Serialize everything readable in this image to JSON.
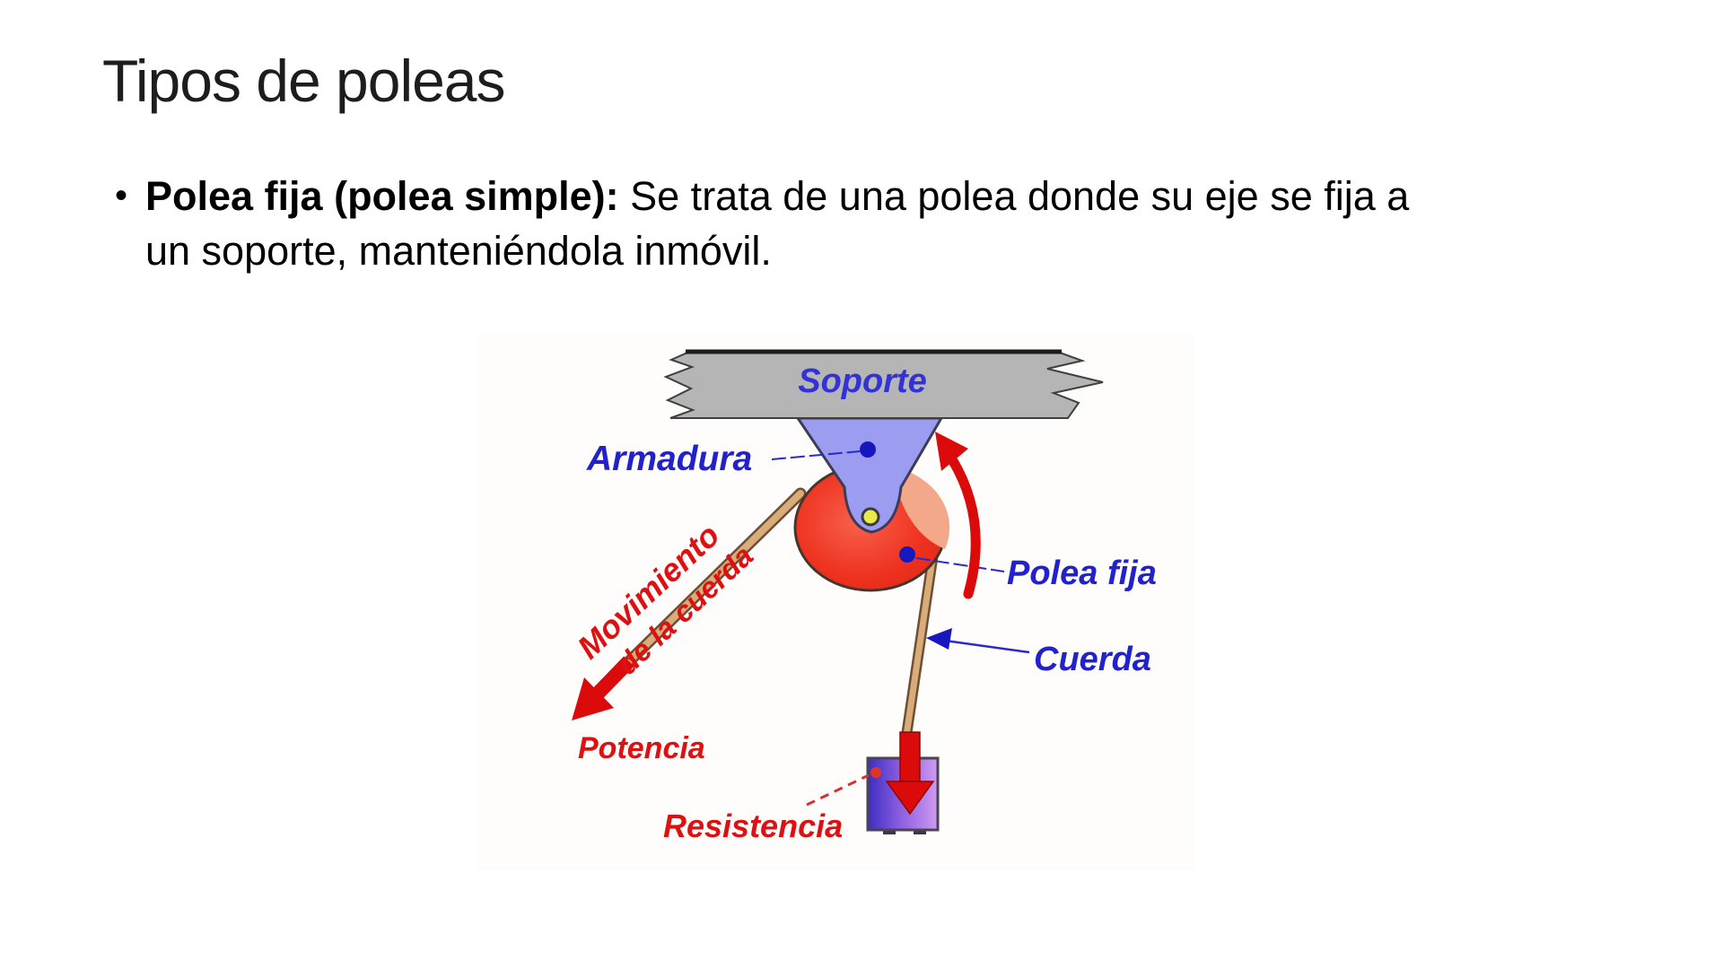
{
  "slide": {
    "title": "Tipos de poleas",
    "bullet_marker": "•",
    "bullet_bold": "Polea fija (polea simple):",
    "bullet_rest": " Se trata de una polea donde su eje se fija a",
    "bullet_line2": "un soporte, manteniéndola inmóvil."
  },
  "diagram": {
    "labels": {
      "support": "Soporte",
      "armature": "Armadura",
      "fixed_pulley": "Polea fija",
      "rope": "Cuerda",
      "movement_line1": "Movimiento",
      "movement_line2": "de la cuerda",
      "effort": "Potencia",
      "resistance": "Resistencia"
    },
    "colors": {
      "support_gray": "#b5b5b5",
      "label_blue": "#2222cc",
      "label_red": "#dd1111",
      "pulley_red": "#ee3220",
      "pulley_highlight": "#f3a88a",
      "armature_blue": "#9c9cf0",
      "rope_tan": "#d9ac7b",
      "axle_yellow": "#e9e94a",
      "arrow_red": "#dc0b0b",
      "weight_dark": "#3c2ec0",
      "weight_light": "#cf9bf0"
    }
  }
}
